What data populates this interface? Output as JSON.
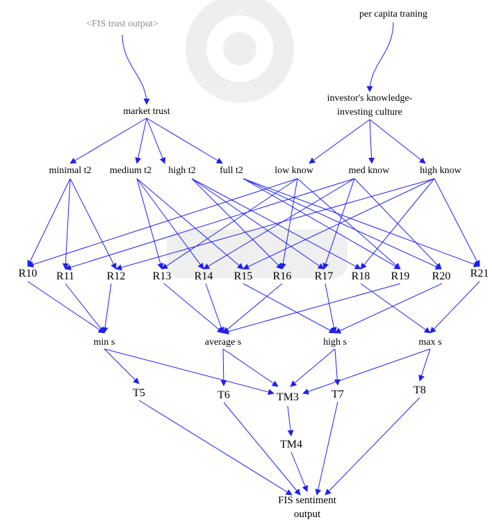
{
  "colors": {
    "edge": "#1f1fef",
    "shadow_text": "#8a8a8a",
    "text": "#000000",
    "watermark": "#d9d9d9"
  },
  "nodes": {
    "fis_trust": "<FIS trust output>",
    "per_capita": "per capita traning",
    "market_trust": "market trust",
    "investor_line1": "investor's knowledge-",
    "investor_line2": "investing culture",
    "minimal_t2": "minimal t2",
    "medium_t2": "medium t2",
    "high_t2": "high t2",
    "full_t2": "full t2",
    "low_know": "low know",
    "med_know": "med know",
    "high_know": "high know",
    "R10": "R10",
    "R11": "R11",
    "R12": "R12",
    "R13": "R13",
    "R14": "R14",
    "R15": "R15",
    "R16": "R16",
    "R17": "R17",
    "R18": "R18",
    "R19": "R19",
    "R20": "R20",
    "R21": "R21",
    "min_s": "min s",
    "average_s": "average s",
    "high_s": "high s",
    "max_s": "max s",
    "T5": "T5",
    "T6": "T6",
    "TM3": "TM3",
    "T7": "T7",
    "T8": "T8",
    "TM4": "TM4",
    "out_line1": "FIS sentiment",
    "out_line2": "output"
  },
  "edges": [
    [
      "fis_trust",
      "market_trust"
    ],
    [
      "per_capita",
      "investor"
    ],
    [
      "market_trust",
      "minimal_t2"
    ],
    [
      "market_trust",
      "medium_t2"
    ],
    [
      "market_trust",
      "high_t2"
    ],
    [
      "market_trust",
      "full_t2"
    ],
    [
      "investor",
      "low_know"
    ],
    [
      "investor",
      "med_know"
    ],
    [
      "investor",
      "high_know"
    ],
    [
      "minimal_t2",
      "R10"
    ],
    [
      "minimal_t2",
      "R11"
    ],
    [
      "minimal_t2",
      "R12"
    ],
    [
      "medium_t2",
      "R13"
    ],
    [
      "medium_t2",
      "R14"
    ],
    [
      "medium_t2",
      "R15"
    ],
    [
      "high_t2",
      "R16"
    ],
    [
      "high_t2",
      "R17"
    ],
    [
      "high_t2",
      "R18"
    ],
    [
      "full_t2",
      "R19"
    ],
    [
      "full_t2",
      "R20"
    ],
    [
      "full_t2",
      "R21"
    ],
    [
      "low_know",
      "R10"
    ],
    [
      "low_know",
      "R13"
    ],
    [
      "low_know",
      "R16"
    ],
    [
      "low_know",
      "R19"
    ],
    [
      "med_know",
      "R11"
    ],
    [
      "med_know",
      "R14"
    ],
    [
      "med_know",
      "R17"
    ],
    [
      "med_know",
      "R20"
    ],
    [
      "high_know",
      "R12"
    ],
    [
      "high_know",
      "R15"
    ],
    [
      "high_know",
      "R18"
    ],
    [
      "high_know",
      "R21"
    ],
    [
      "R10",
      "min_s"
    ],
    [
      "R11",
      "min_s"
    ],
    [
      "R12",
      "min_s"
    ],
    [
      "R13",
      "average_s"
    ],
    [
      "R14",
      "average_s"
    ],
    [
      "R16",
      "average_s"
    ],
    [
      "R19",
      "average_s"
    ],
    [
      "R15",
      "high_s"
    ],
    [
      "R17",
      "high_s"
    ],
    [
      "R20",
      "high_s"
    ],
    [
      "R18",
      "max_s"
    ],
    [
      "R21",
      "max_s"
    ],
    [
      "min_s",
      "T5"
    ],
    [
      "min_s",
      "TM3"
    ],
    [
      "average_s",
      "T6"
    ],
    [
      "average_s",
      "TM3"
    ],
    [
      "high_s",
      "TM3"
    ],
    [
      "high_s",
      "T7"
    ],
    [
      "max_s",
      "TM3"
    ],
    [
      "max_s",
      "T8"
    ],
    [
      "TM3",
      "TM4"
    ],
    [
      "T5",
      "out"
    ],
    [
      "T6",
      "out"
    ],
    [
      "TM4",
      "out"
    ],
    [
      "T7",
      "out"
    ],
    [
      "T8",
      "out"
    ]
  ]
}
